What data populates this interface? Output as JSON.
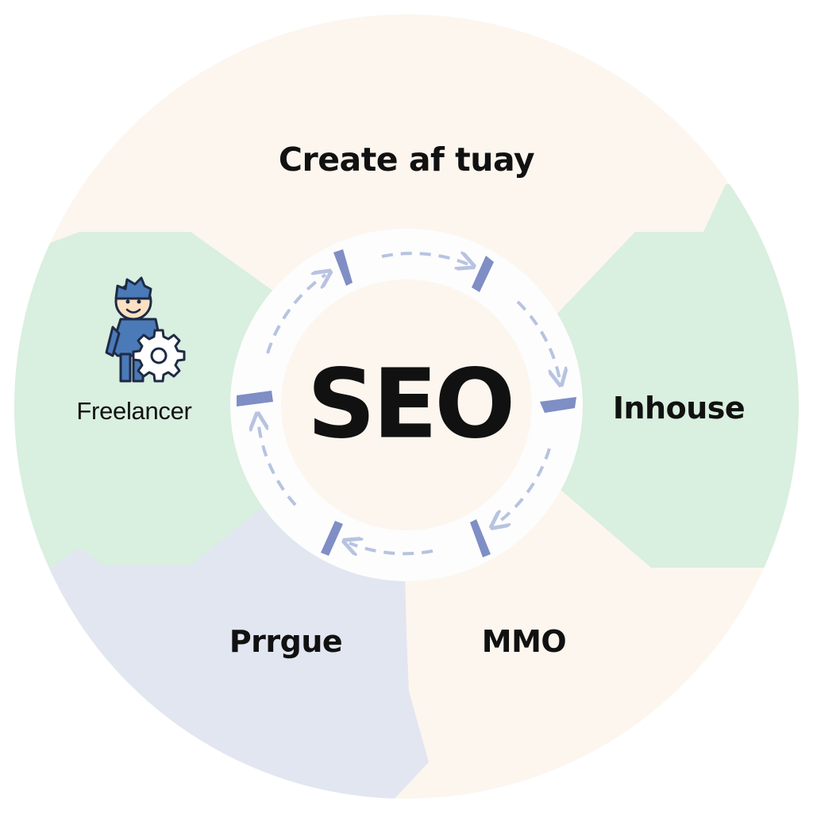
{
  "diagram": {
    "center_label": "SEO",
    "segments": {
      "top": "Create af tuay",
      "left": "Freelancer",
      "right": "Inhouse",
      "bottom_left": "Prrgue",
      "bottom_right": "MMO"
    },
    "icons": {
      "left": "person-with-gear-icon",
      "cycle": "circular-arrows-icon"
    },
    "colors": {
      "peach": "#fcf6ef",
      "green": "#d9efdf",
      "lavender": "#e2e6f1",
      "arrow": "#b7c3e0",
      "chevron": "#7f8ec4",
      "text": "#111111"
    }
  }
}
